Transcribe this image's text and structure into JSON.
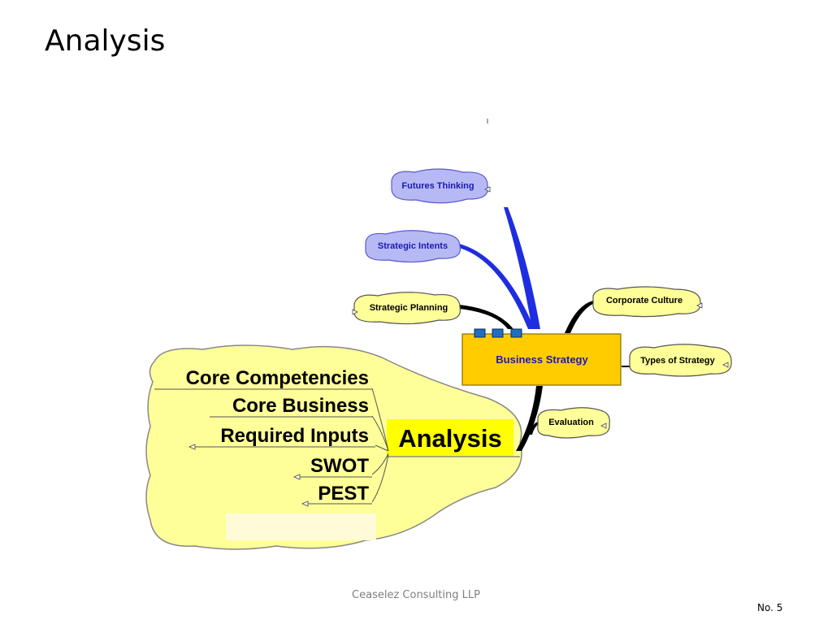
{
  "slide": {
    "title": "Analysis"
  },
  "footer": {
    "company": "Ceaselez Consulting LLP",
    "page": "No. 5"
  },
  "diagram": {
    "central_topic": "Business Strategy",
    "upper_topics": [
      "Futures Thinking",
      "Strategic Intents",
      "Strategic Planning"
    ],
    "right_topics": [
      "Corporate Culture",
      "Types of Strategy",
      "Evaluation"
    ],
    "analysis": {
      "label": "Analysis",
      "subtopics": [
        "Core Competencies",
        "Core Business",
        "Required Inputs",
        "SWOT",
        "PEST"
      ]
    }
  },
  "colors": {
    "central_fill": "#ffcc00",
    "cloud_fill": "#ffff99",
    "bubble_blue": "#b6b9f4",
    "blue_branch": "#1f2de0",
    "analysis_highlight": "#ffff00",
    "label_blue": "#1a1ab0"
  }
}
